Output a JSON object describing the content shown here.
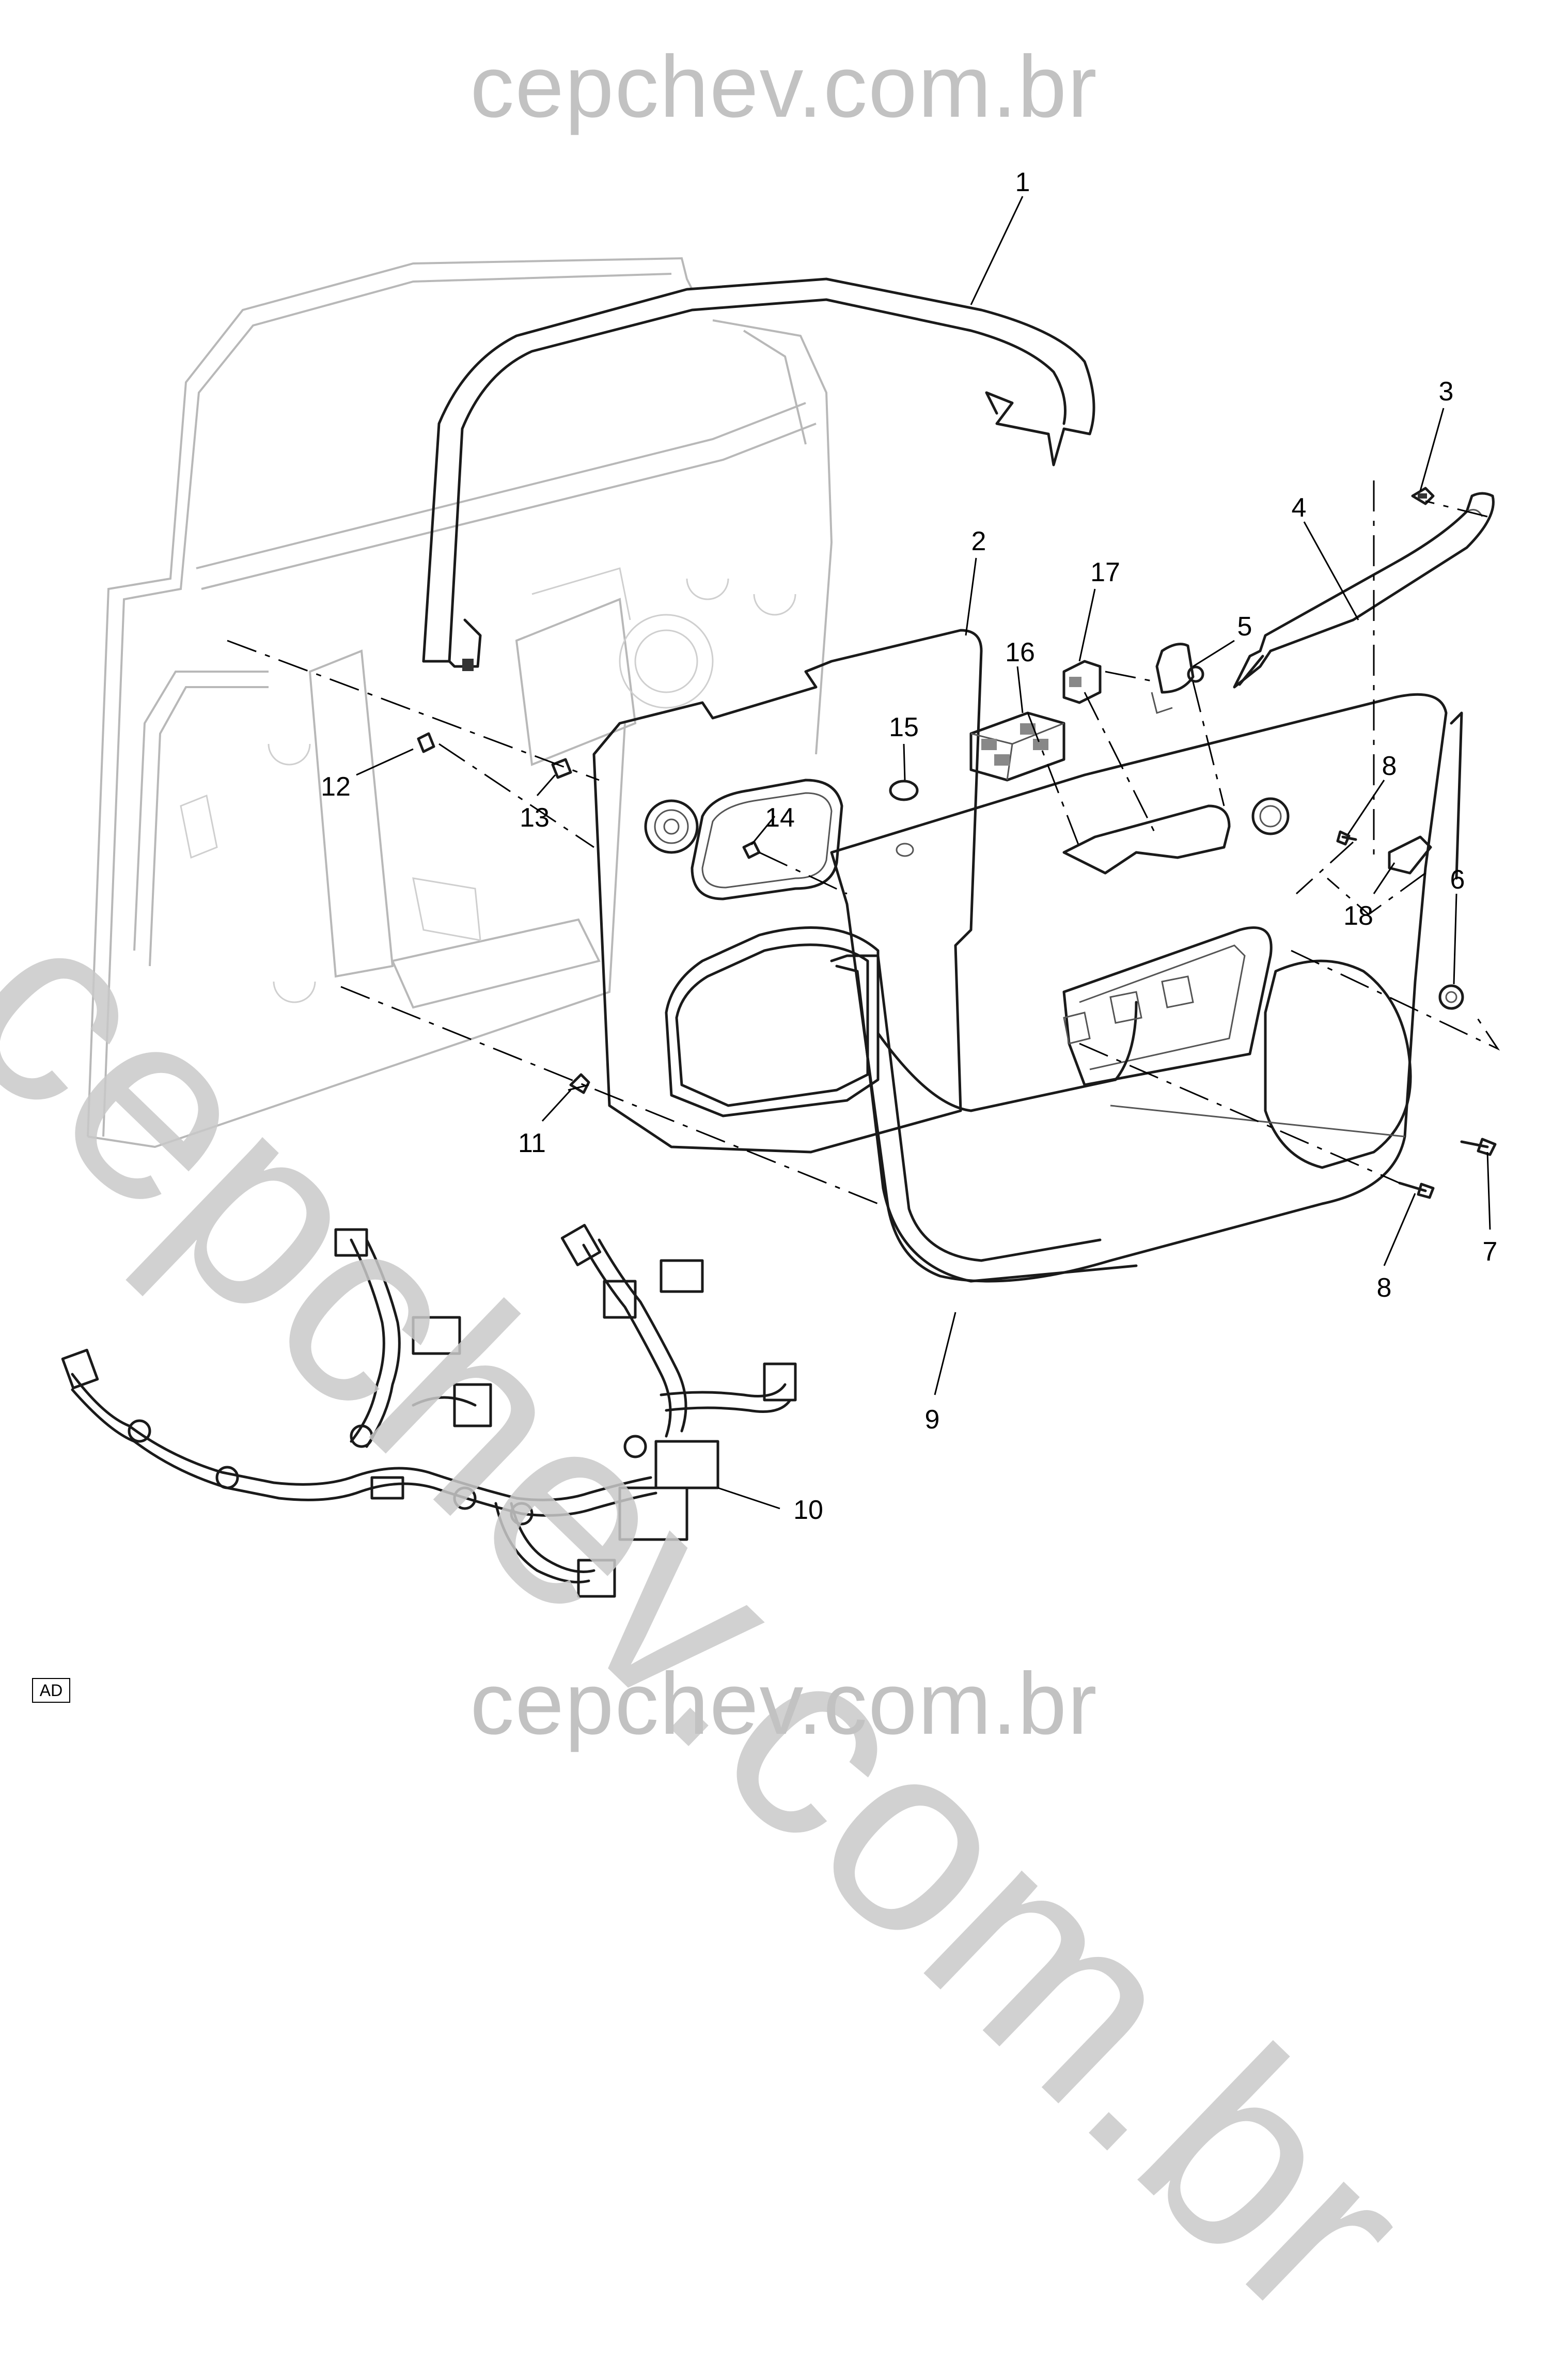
{
  "watermark": {
    "top": "cepchev.com.br",
    "bottom": "cepchev.com.br",
    "diagonal": "cepchev.com.br"
  },
  "view_code": "AD",
  "callouts": [
    {
      "id": "c1",
      "label": "1"
    },
    {
      "id": "c2",
      "label": "2"
    },
    {
      "id": "c3",
      "label": "3"
    },
    {
      "id": "c4",
      "label": "4"
    },
    {
      "id": "c5",
      "label": "5"
    },
    {
      "id": "c6",
      "label": "6"
    },
    {
      "id": "c7",
      "label": "7"
    },
    {
      "id": "c8a",
      "label": "8"
    },
    {
      "id": "c8b",
      "label": "8"
    },
    {
      "id": "c9",
      "label": "9"
    },
    {
      "id": "c10",
      "label": "10"
    },
    {
      "id": "c11",
      "label": "11"
    },
    {
      "id": "c12",
      "label": "12"
    },
    {
      "id": "c13",
      "label": "13"
    },
    {
      "id": "c14",
      "label": "14"
    },
    {
      "id": "c15",
      "label": "15"
    },
    {
      "id": "c16",
      "label": "16"
    },
    {
      "id": "c17",
      "label": "17"
    },
    {
      "id": "c18",
      "label": "18"
    }
  ],
  "colors": {
    "line": "#1a1a1a",
    "ghost_line": "#b8b8b8",
    "watermark": "#c2c2c2"
  }
}
